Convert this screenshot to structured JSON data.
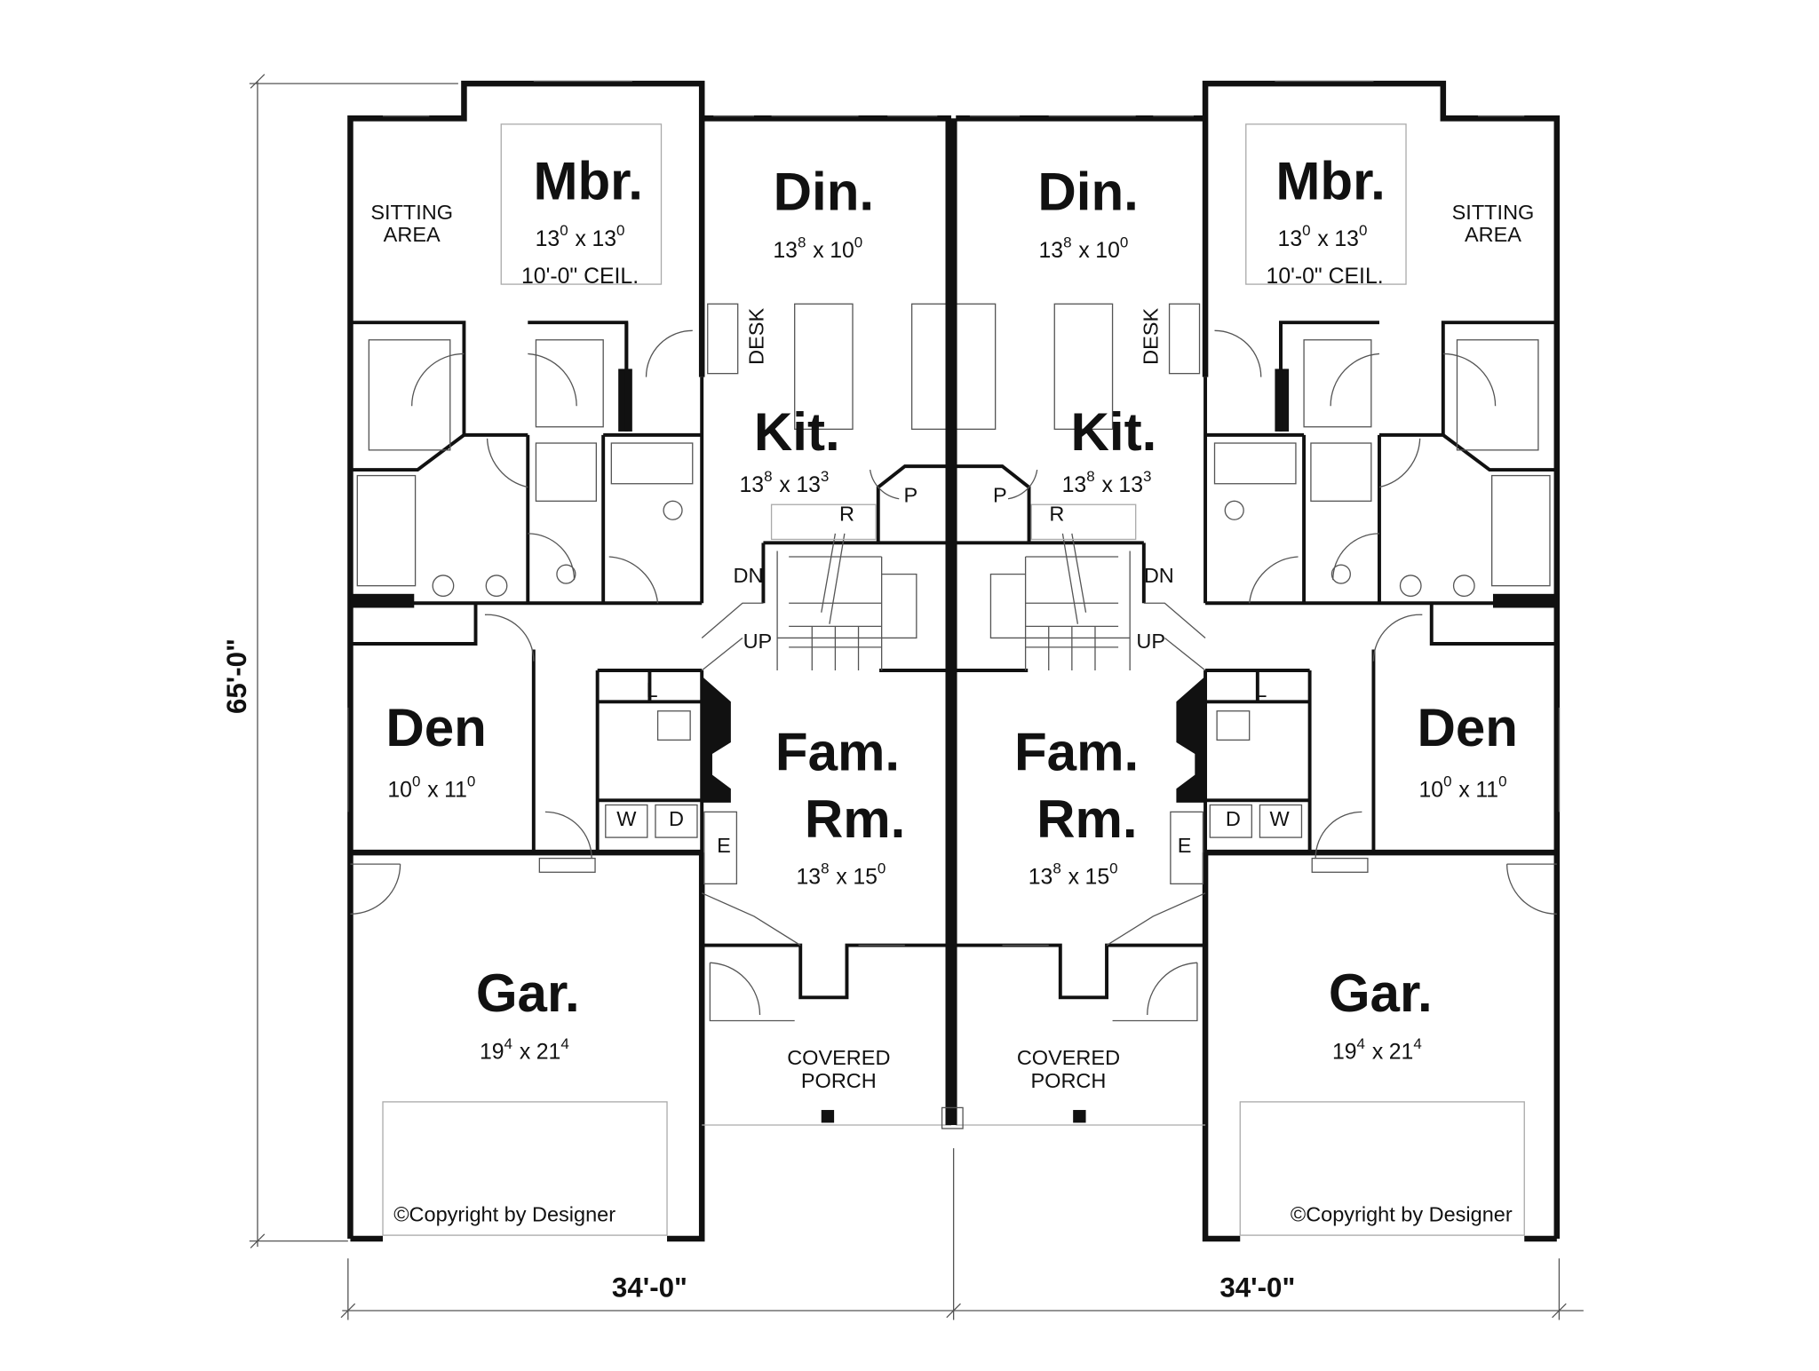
{
  "common": {
    "by": "x"
  },
  "dimensions": {
    "depth": "65'-0\"",
    "width_left": "34'-0\"",
    "width_right": "34'-0\""
  },
  "units": [
    {
      "mbr": {
        "name": "Mbr.",
        "dim": [
          "13",
          "0",
          "13",
          "0"
        ],
        "note": "10'-0\" CEIL."
      },
      "sitting": [
        "SITTING",
        "AREA"
      ],
      "din": {
        "name": "Din.",
        "dim": [
          "13",
          "8",
          "10",
          "0"
        ]
      },
      "desk": "DESK",
      "kit": {
        "name": "Kit.",
        "dim": [
          "13",
          "8",
          "13",
          "3"
        ]
      },
      "pantry": "P",
      "refrigerator": "R",
      "down": "DN",
      "up": "UP",
      "linen": "L",
      "washer": "W",
      "dryer": "D",
      "entertainment": "E",
      "den": {
        "name": "Den",
        "dim": [
          "10",
          "0",
          "11",
          "0"
        ]
      },
      "fam": {
        "name1": "Fam.",
        "name2": "Rm.",
        "dim": [
          "13",
          "8",
          "15",
          "0"
        ]
      },
      "gar": {
        "name": "Gar.",
        "dim": [
          "19",
          "4",
          "21",
          "4"
        ]
      },
      "porch": [
        "COVERED",
        "PORCH"
      ],
      "copyright": "©Copyright by Designer"
    },
    {
      "mbr": {
        "name": "Mbr.",
        "dim": [
          "13",
          "0",
          "13",
          "0"
        ],
        "note": "10'-0\" CEIL."
      },
      "sitting": [
        "SITTING",
        "AREA"
      ],
      "din": {
        "name": "Din.",
        "dim": [
          "13",
          "8",
          "10",
          "0"
        ]
      },
      "desk": "DESK",
      "kit": {
        "name": "Kit.",
        "dim": [
          "13",
          "8",
          "13",
          "3"
        ]
      },
      "pantry": "P",
      "refrigerator": "R",
      "down": "DN",
      "up": "UP",
      "linen": "L",
      "washer": "W",
      "dryer": "D",
      "entertainment": "E",
      "den": {
        "name": "Den",
        "dim": [
          "10",
          "0",
          "11",
          "0"
        ]
      },
      "fam": {
        "name1": "Fam.",
        "name2": "Rm.",
        "dim": [
          "13",
          "8",
          "15",
          "0"
        ]
      },
      "gar": {
        "name": "Gar.",
        "dim": [
          "19",
          "4",
          "21",
          "4"
        ]
      },
      "porch": [
        "COVERED",
        "PORCH"
      ],
      "copyright": "©Copyright by Designer"
    }
  ]
}
